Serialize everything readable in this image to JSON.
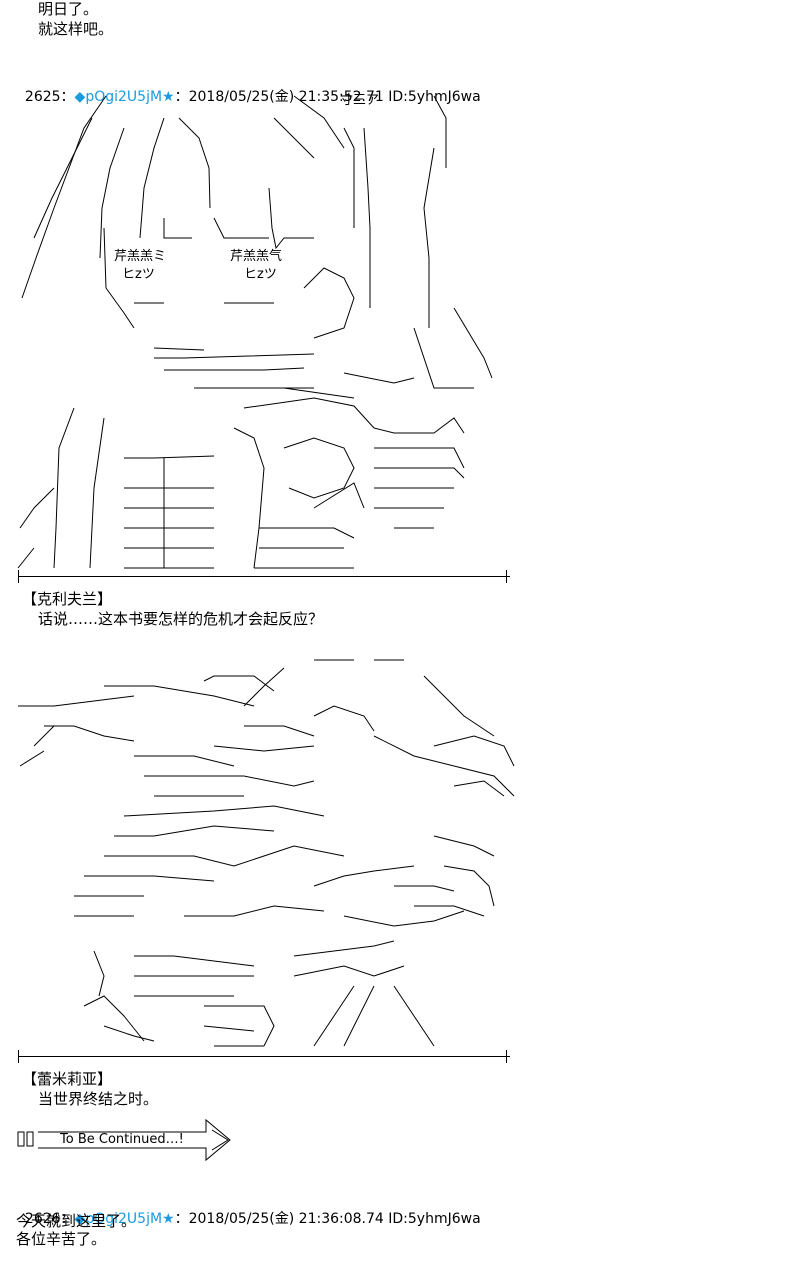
{
  "top_lines": [
    "明日了。",
    "就这样吧。"
  ],
  "post1": {
    "number": "2625",
    "sep": "：",
    "diamond": "◆",
    "trip": "pOgi2U5jM",
    "star": "★",
    "date": "：2018/05/25(金) 21:35:52.71 ID:5yhmJ6wa"
  },
  "art1": {
    "label_left": "芹羔羔ミ",
    "label_left2": "ヒzツ",
    "label_right": "芹羔羔气",
    "label_right2": "ヒzツ",
    "kana": "寸三ア"
  },
  "speaker1": "【克利夫兰】",
  "line1": "话说……这本书要怎样的危机才会起反应？",
  "speaker2": "【蕾米莉亚】",
  "line2": "当世界终结之时。",
  "continued": "To Be Continued…!",
  "post2": {
    "number": "2626",
    "sep": "：",
    "diamond": "◆",
    "trip": "pOgi2U5jM",
    "star": "★",
    "date": "：2018/05/25(金) 21:36:08.74 ID:5yhmJ6wa"
  },
  "bottom_lines": [
    "今天就到这里了。",
    "各位辛苦了。"
  ]
}
